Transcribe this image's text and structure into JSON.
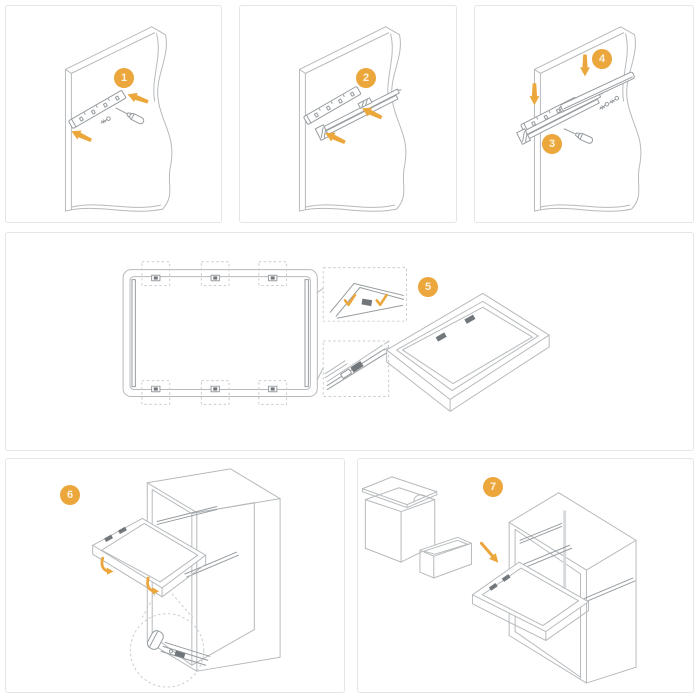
{
  "palette": {
    "accent_orange": "#EBA63C",
    "badge_number_color": "#FDF3DF",
    "line_light": "#b6babd",
    "line_mid": "#969ca0",
    "line_dark": "#71777b",
    "dashed_guide": "#c9ccd0",
    "panel_border": "#e4e5e7",
    "background": "#ffffff"
  },
  "steps": [
    {
      "number": "1"
    },
    {
      "number": "2"
    },
    {
      "number": "3"
    },
    {
      "number": "4"
    },
    {
      "number": "5"
    },
    {
      "number": "6"
    },
    {
      "number": "7"
    }
  ]
}
